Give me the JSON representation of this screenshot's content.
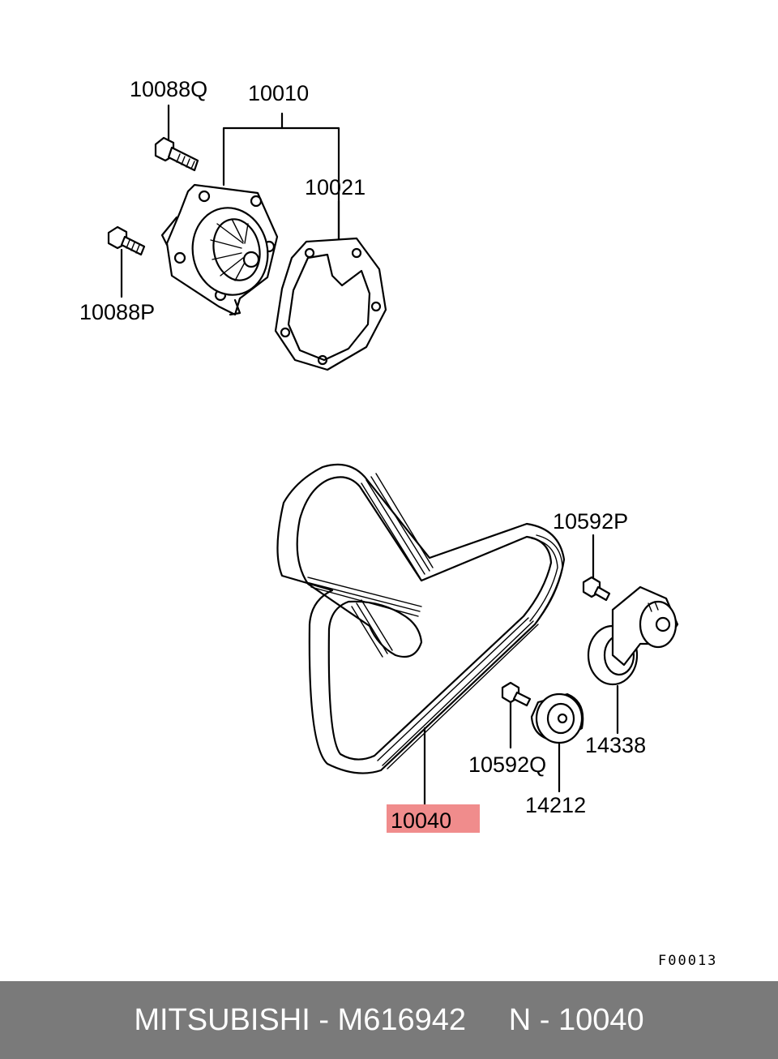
{
  "diagram": {
    "labels": {
      "bolt_q": "10088Q",
      "water_pump_assy": "10010",
      "gasket": "10021",
      "bolt_p": "10088P",
      "bolt_10592p": "10592P",
      "belt": "10040",
      "bolt_10592q": "10592Q",
      "tensioner": "14338",
      "idler_pulley": "14212"
    },
    "highlight_color": "#f08c8c",
    "figure_code": "F00013"
  },
  "footer": {
    "text": "MITSUBISHI - M616942     N - 10040",
    "background": "#7a7a7a"
  }
}
